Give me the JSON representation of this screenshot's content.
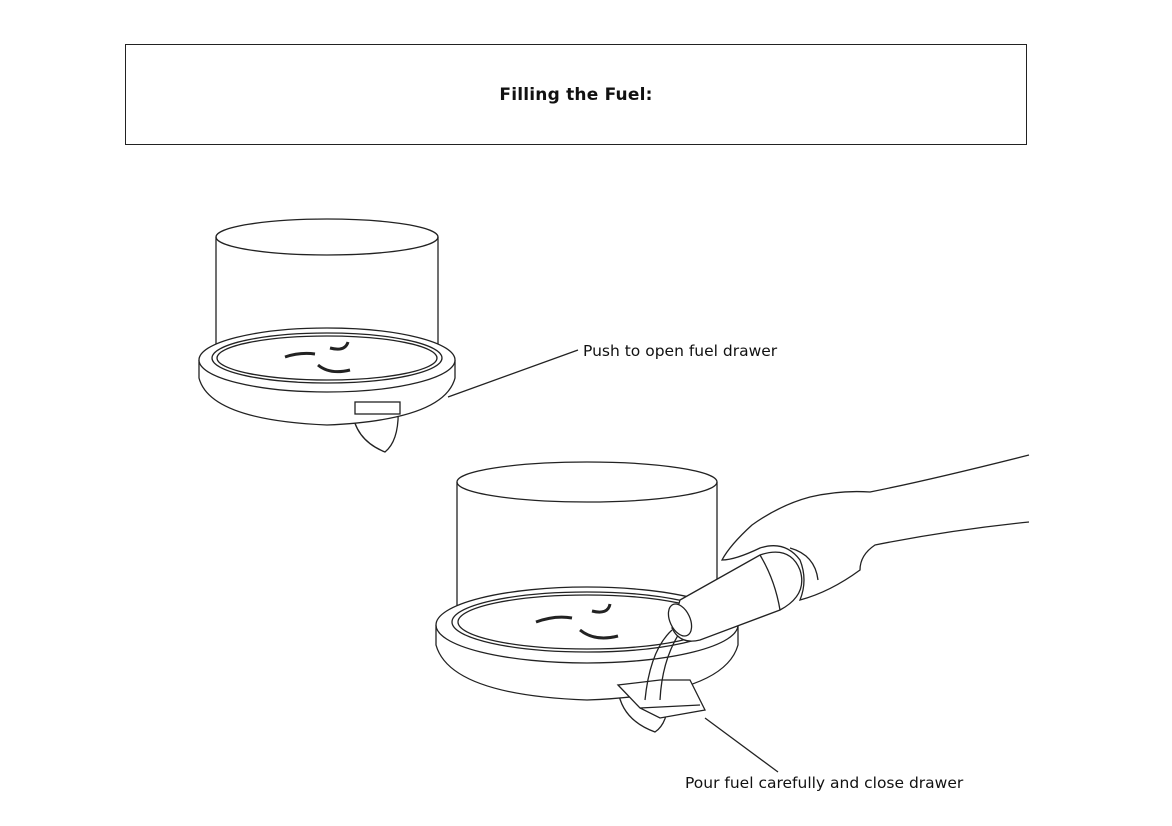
{
  "section": {
    "title": "Filling the Fuel:"
  },
  "callouts": [
    {
      "text": "Push to open fuel drawer"
    },
    {
      "text": "Pour fuel carefully and close drawer"
    }
  ],
  "colors": {
    "line": "#222222",
    "background": "#ffffff"
  }
}
